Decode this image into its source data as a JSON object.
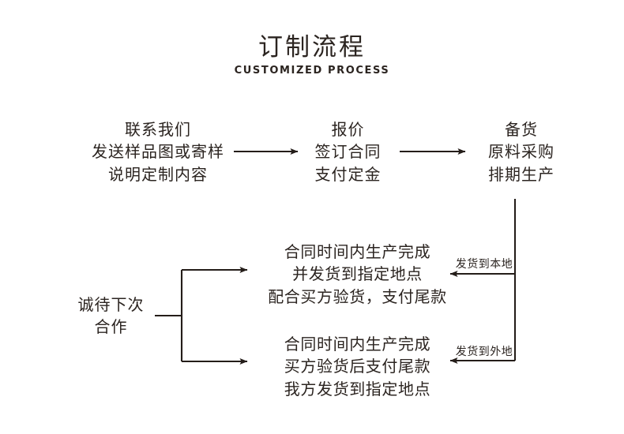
{
  "header": {
    "title": "订制流程",
    "subtitle": "CUSTOMIZED PROCESS"
  },
  "colors": {
    "ink": "#2b2420",
    "background": "#ffffff",
    "line": "#241d19"
  },
  "flow": {
    "steps": [
      {
        "id": "contact",
        "lines": [
          "联系我们",
          "发送样品图或寄样",
          "说明定制内容"
        ],
        "text": "联系我们\n发送样品图或寄样\n说明定制内容"
      },
      {
        "id": "quote",
        "lines": [
          "报价",
          "签订合同",
          "支付定金"
        ],
        "text": "报价\n签订合同\n支付定金"
      },
      {
        "id": "stock",
        "lines": [
          "备货",
          "原料采购",
          "排期生产"
        ],
        "text": "备货\n原料采购\n排期生产"
      }
    ],
    "branches": [
      {
        "id": "local",
        "label": "发货到本地",
        "lines": [
          "合同时间内生产完成",
          "并发货到指定地点",
          "配合买方验货，支付尾款"
        ],
        "text": "合同时间内生产完成\n并发货到指定地点\n配合买方验货，支付尾款"
      },
      {
        "id": "remote",
        "label": "发货到外地",
        "lines": [
          "合同时间内生产完成",
          "买方验货后支付尾款",
          "我方发货到指定地点"
        ],
        "text": "合同时间内生产完成\n买方验货后支付尾款\n我方发货到指定地点"
      }
    ],
    "closing": {
      "id": "closing",
      "lines": [
        "诚待下次",
        "合作"
      ],
      "text": "诚待下次\n合作"
    }
  }
}
